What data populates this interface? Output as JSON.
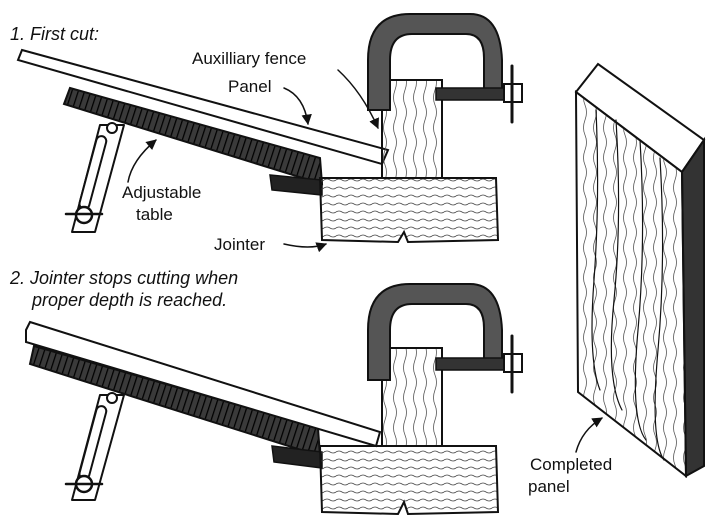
{
  "steps": [
    {
      "text": "1. First cut:"
    },
    {
      "line1": "2. Jointer stops cutting when",
      "line2": "proper depth is reached."
    }
  ],
  "labels": {
    "auxiliary_fence": "Auxilliary fence",
    "panel": "Panel",
    "adjustable_table_line1": "Adjustable",
    "adjustable_table_line2": "table",
    "jointer": "Jointer",
    "completed_panel_line1": "Completed",
    "completed_panel_line2": "panel"
  }
}
